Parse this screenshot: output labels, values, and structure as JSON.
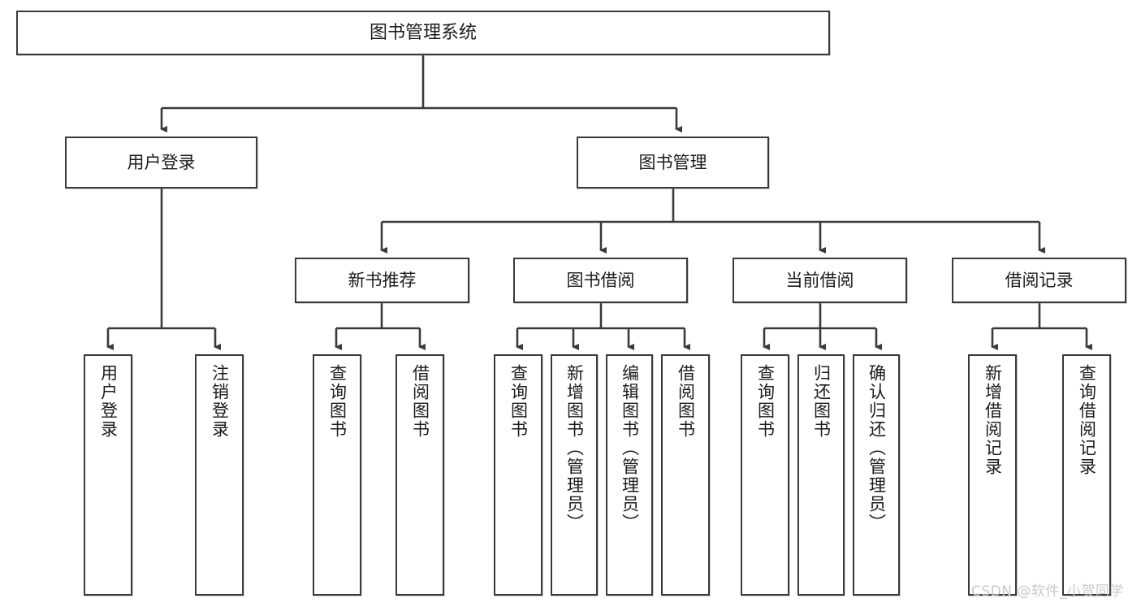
{
  "diagram": {
    "title": "图书管理系统",
    "type": "functional-structure-tree",
    "root": {
      "label": "图书管理系统"
    },
    "level2": [
      {
        "label": "用户登录"
      },
      {
        "label": "图书管理"
      }
    ],
    "level3": [
      {
        "label": "新书推荐"
      },
      {
        "label": "图书借阅"
      },
      {
        "label": "当前借阅"
      },
      {
        "label": "借阅记录"
      }
    ],
    "leaves": {
      "user_login": [
        {
          "label": "用户登录"
        },
        {
          "label": "注销登录"
        }
      ],
      "new_book_recommend": [
        {
          "label": "查询图书"
        },
        {
          "label": "借阅图书"
        }
      ],
      "book_borrow": [
        {
          "label": "查询图书"
        },
        {
          "label": "新增图书（管理员）"
        },
        {
          "label": "编辑图书（管理员）"
        },
        {
          "label": "借阅图书"
        }
      ],
      "current_borrow": [
        {
          "label": "查询图书"
        },
        {
          "label": "归还图书"
        },
        {
          "label": "确认归还（管理员）"
        }
      ],
      "borrow_record": [
        {
          "label": "新增借阅记录"
        },
        {
          "label": "查询借阅记录"
        }
      ]
    },
    "watermark": "CSDN @软件_小贺同学",
    "colors": {
      "stroke": "#3a3a3a",
      "fill": "#ffffff",
      "text": "#1b1b1b",
      "watermark": "#c9c9c9"
    }
  }
}
